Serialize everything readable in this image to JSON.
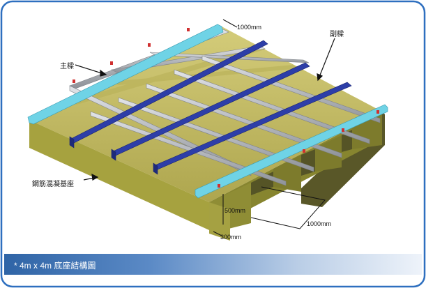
{
  "labels": {
    "main_beam": "主樑",
    "secondary_beam": "副樑",
    "concrete_base": "鋼筋混凝基座",
    "dim_top": "1000mm",
    "dim_bottom": "1000mm",
    "dim_height": "500mm",
    "dim_width": "300mm"
  },
  "caption": "* 4m x 4m 底座結構圖",
  "colors": {
    "frame_border": "#2e6fbf",
    "concrete_top": "#c8c070",
    "concrete_side": "#9c9a3c",
    "concrete_dark": "#545229",
    "main_beam": "#6fd3e6",
    "secondary_beam": "#2d3ea8",
    "steel_rail": "#b8bcc2",
    "bracket": "#d03030"
  }
}
